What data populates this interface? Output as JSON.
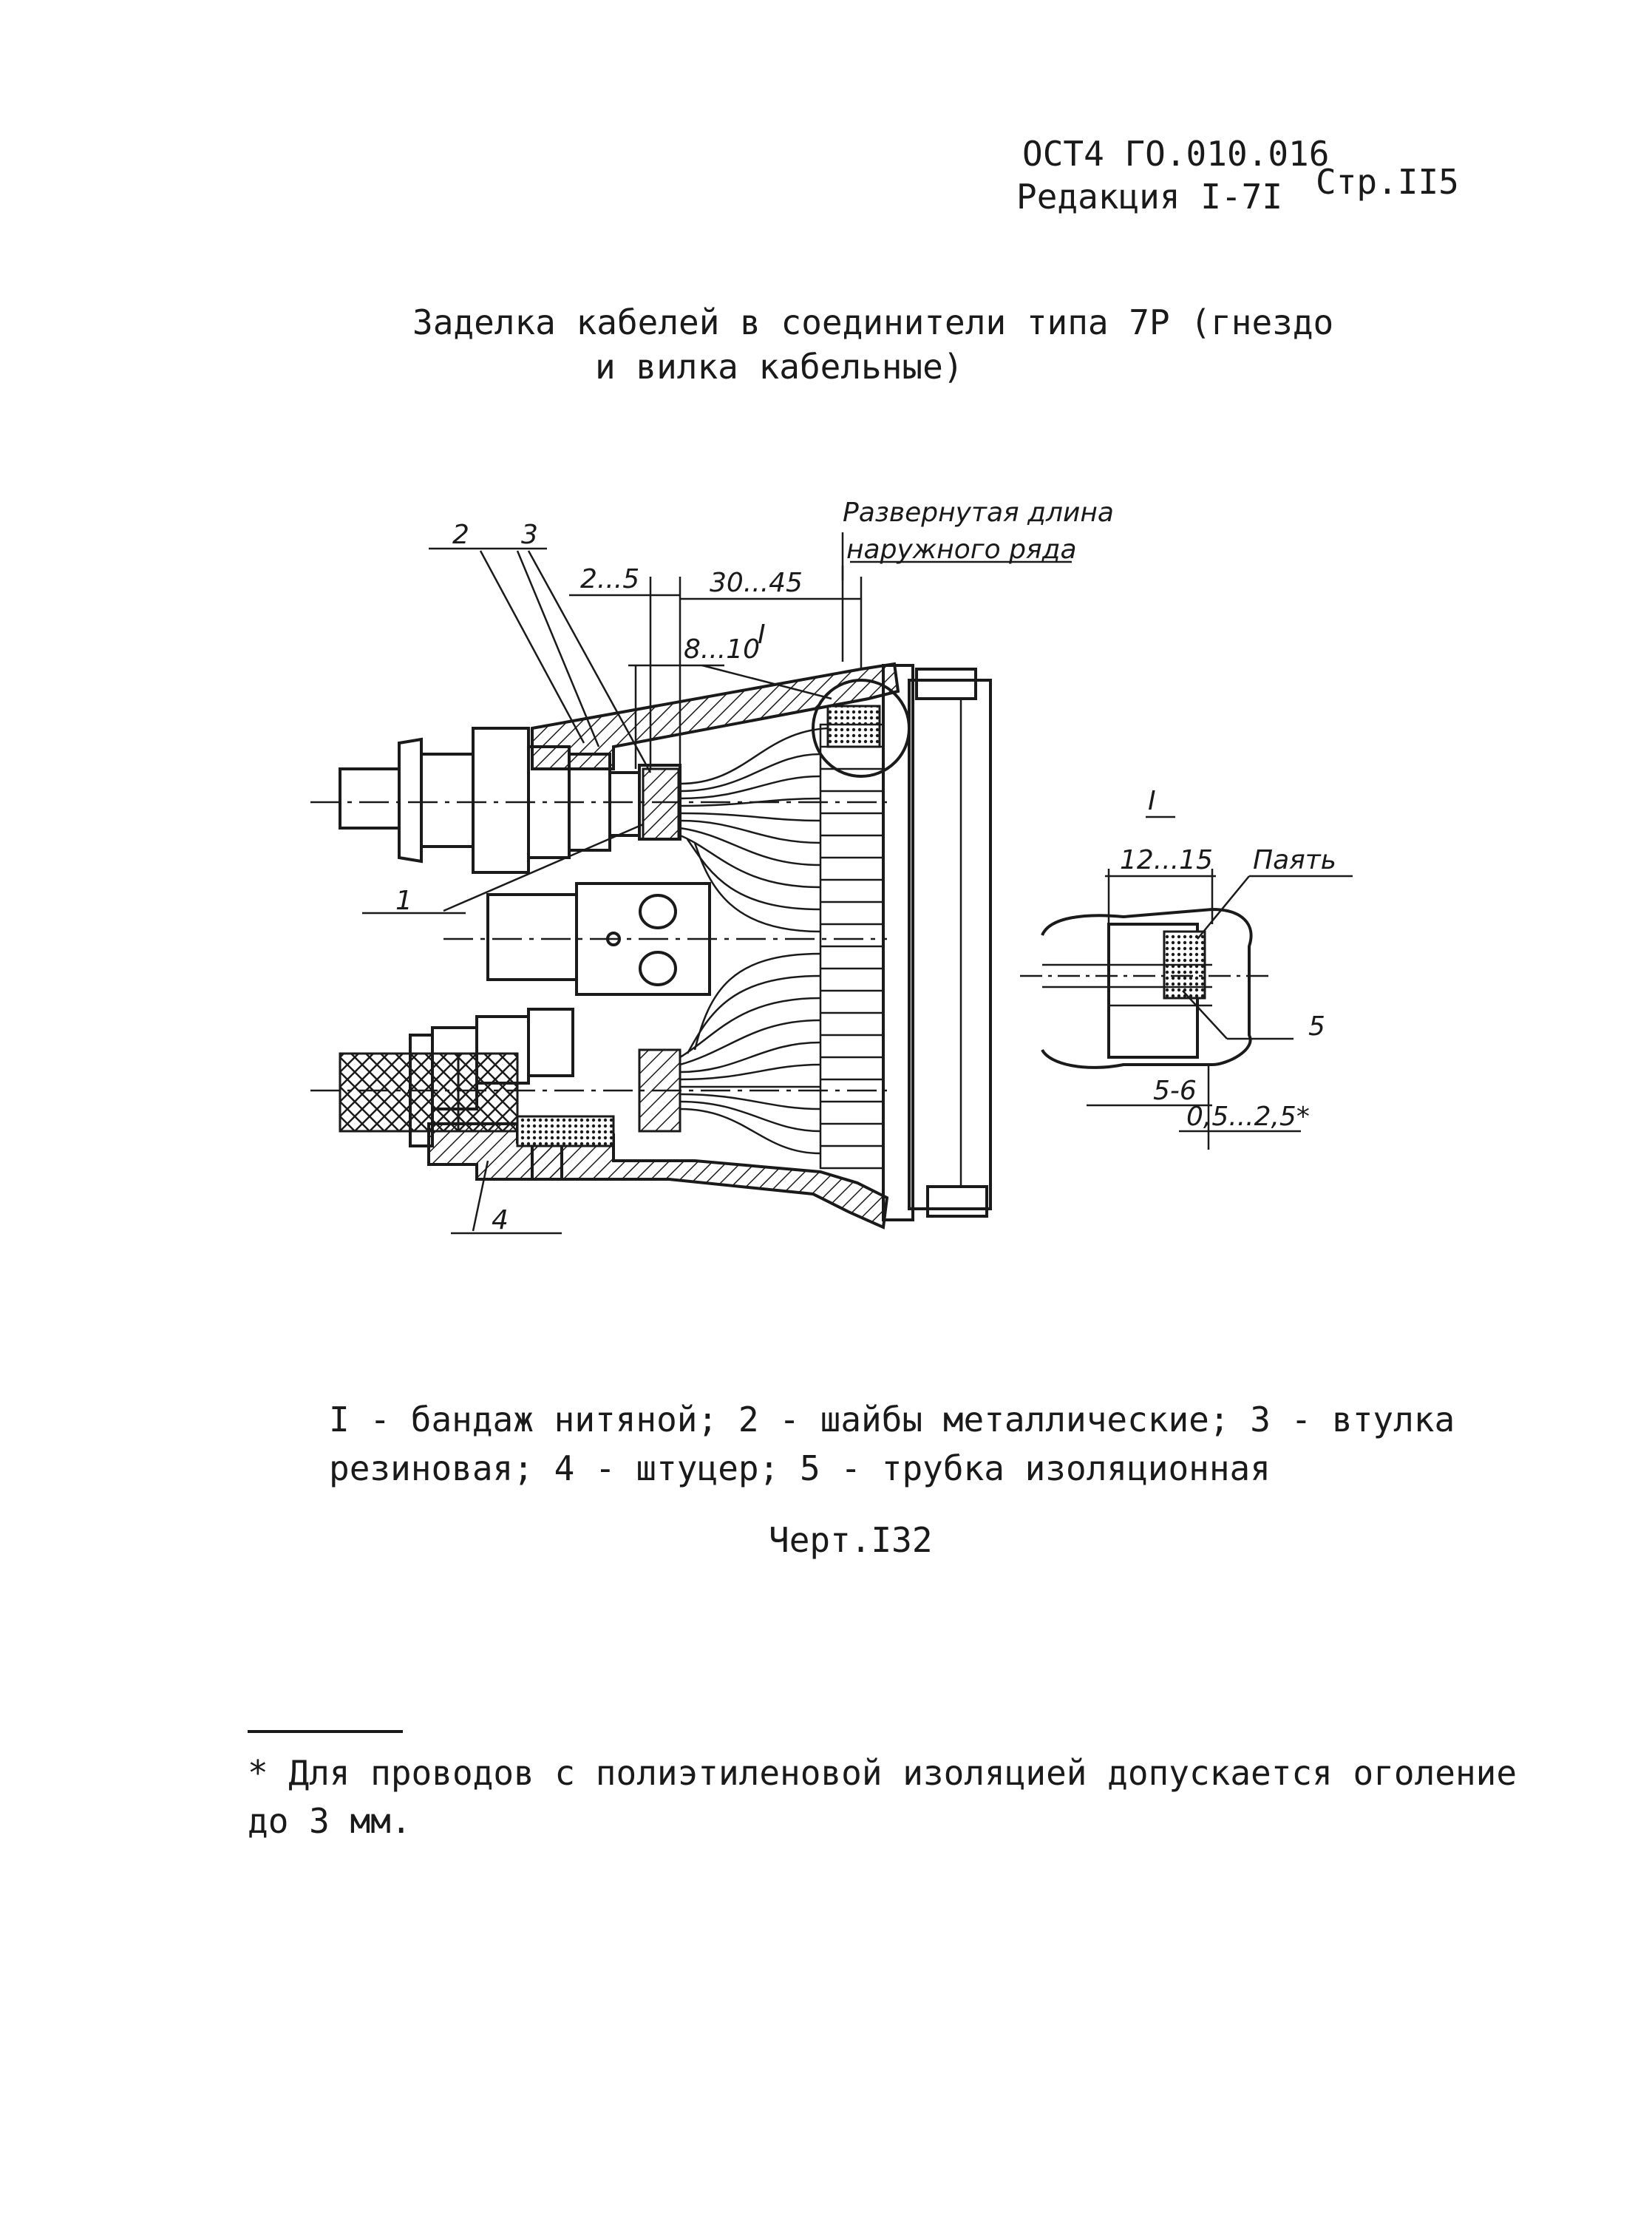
{
  "header": {
    "standard": "ОСТ4 ГО.010.016",
    "edition": "Редакция I-7I",
    "page": "Стр.II5"
  },
  "title": {
    "line1": "Заделка кабелей в соединители типа 7Р (гнездо",
    "line2": "и вилка кабельные)"
  },
  "drawing": {
    "callouts": [
      "2",
      "3",
      "1",
      "4",
      "5"
    ],
    "dimensions": {
      "d1": "2...5",
      "d2": "30...45",
      "d3": "8...10",
      "d4": "12...15",
      "d5": "5-6",
      "d6": "0,5...2,5*"
    },
    "notes": {
      "unfold_line1": "Развернутая длина",
      "unfold_line2": "наружного ряда",
      "detail_ref": "I",
      "detail_ref_small": "I",
      "solder": "Паять"
    }
  },
  "legend": {
    "line1": "I - бандаж нитяной; 2 - шайбы металлические; 3 - втулка",
    "line2": "резиновая; 4 - штуцер; 5 - трубка изоляционная"
  },
  "caption": "Черт.I32",
  "footnote": {
    "line1": "* Для проводов с полиэтиленовой изоляцией допускается оголение",
    "line2": "до 3 мм."
  }
}
